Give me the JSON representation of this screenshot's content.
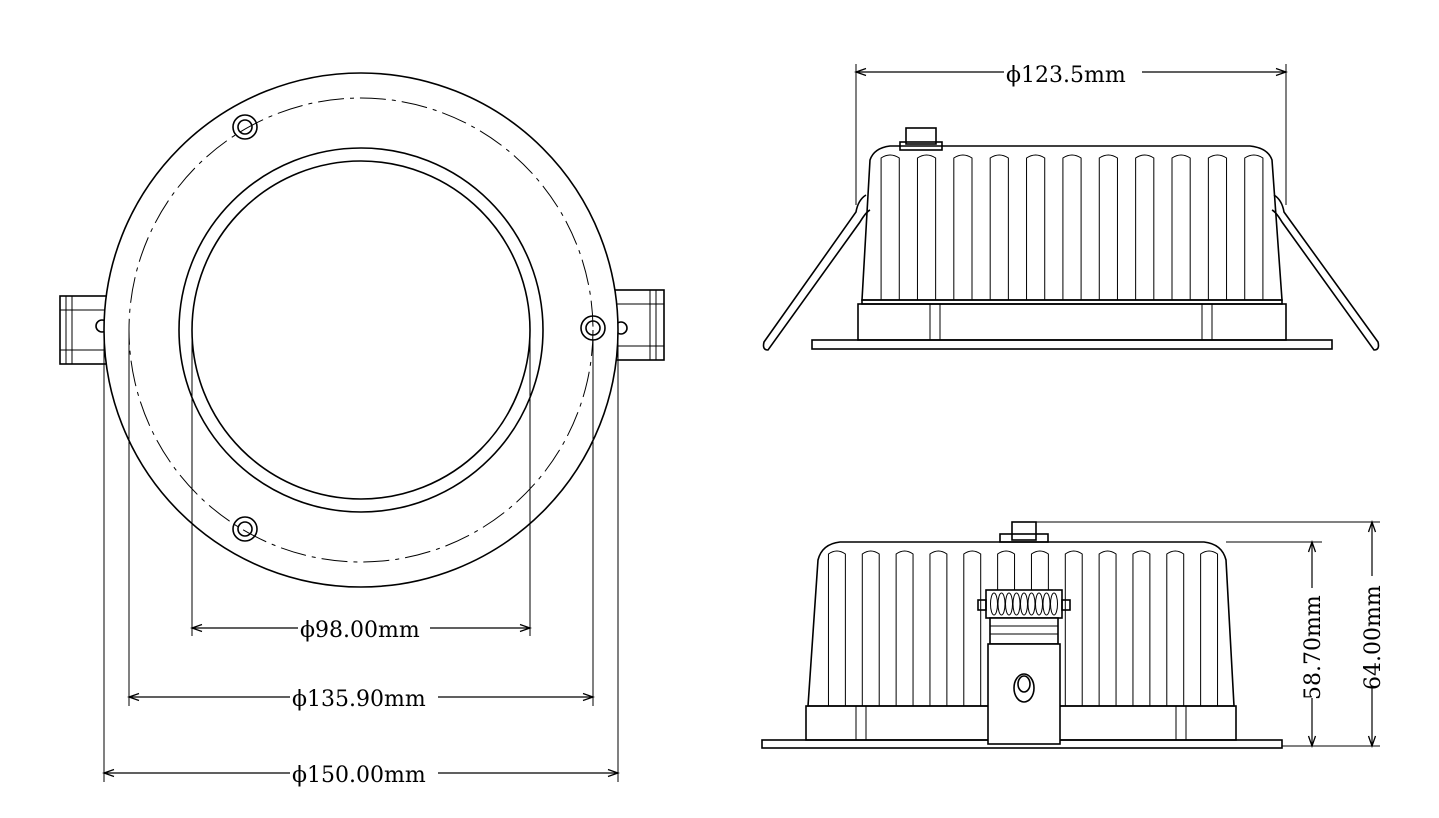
{
  "dimensions": {
    "inner_diameter": "ϕ98.00mm",
    "mid_diameter": "ϕ135.90mm",
    "outer_diameter": "ϕ150.00mm",
    "cutout_diameter": "ϕ123.5mm",
    "body_height": "58.70mm",
    "total_height": "64.00mm"
  }
}
